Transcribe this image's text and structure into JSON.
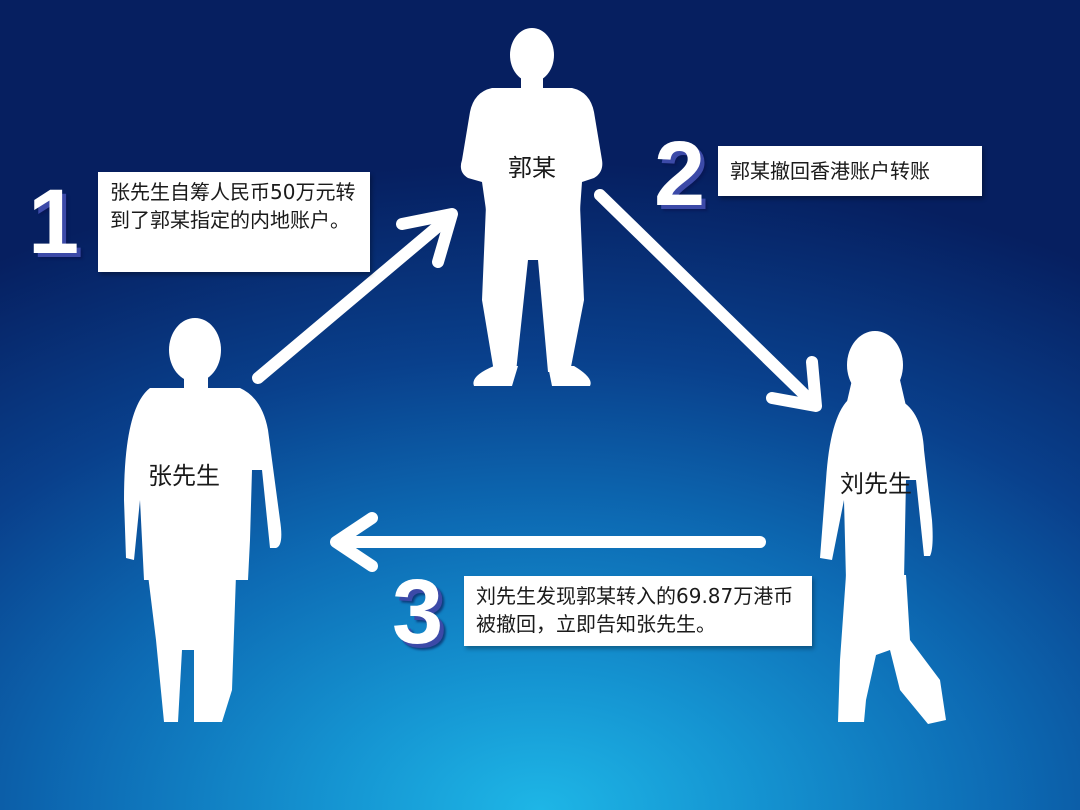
{
  "persons": {
    "guo": "郭某",
    "zhang": "张先生",
    "liu": "刘先生"
  },
  "steps": [
    {
      "number": "1",
      "text": "张先生自筹人民币50万元转到了郭某指定的内地账户。"
    },
    {
      "number": "2",
      "text": "郭某撤回香港账户转账"
    },
    {
      "number": "3",
      "text": "刘先生发现郭某转入的69.87万港币被撤回，立即告知张先生。"
    }
  ],
  "colors": {
    "background_dark": "#061f60",
    "background_light": "#1eb6e6",
    "silhouette": "#ffffff",
    "number_shadow": "#3c4aa8"
  }
}
